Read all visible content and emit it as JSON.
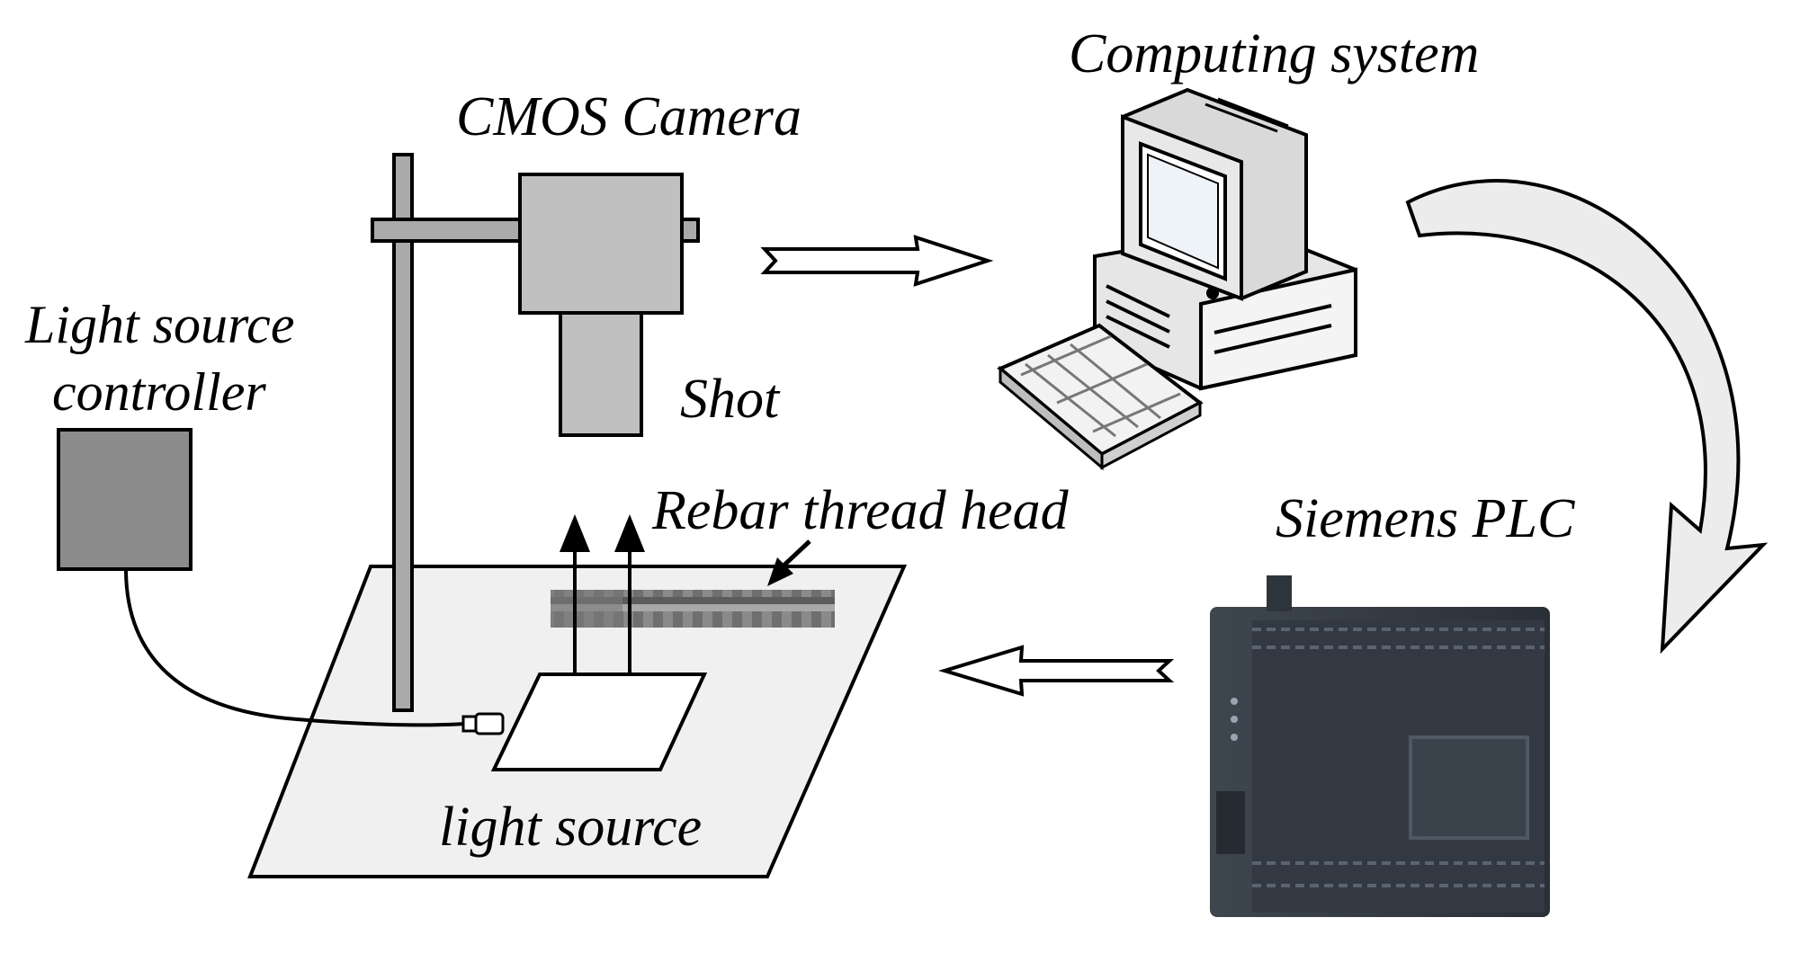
{
  "labels": {
    "camera": "CMOS Camera",
    "computer": "Computing system",
    "shot": "Shot",
    "light_source_controller_line1": "Light source",
    "light_source_controller_line2": "controller",
    "rebar_thread_head": "Rebar thread head",
    "plc": "Siemens PLC",
    "light_source": "light source"
  }
}
